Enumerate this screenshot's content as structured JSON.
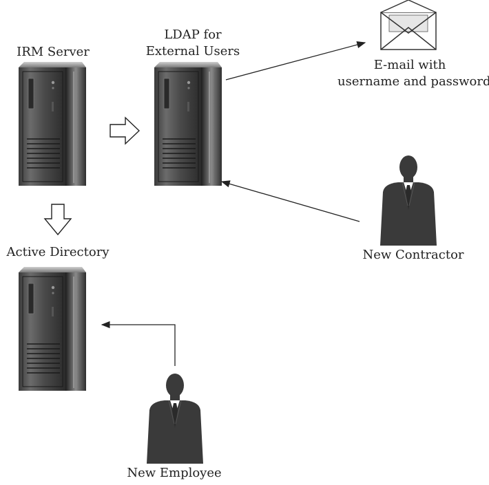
{
  "nodes": {
    "irm_server": {
      "label": "IRM Server"
    },
    "ldap": {
      "label_line1": "LDAP for",
      "label_line2": "External Users"
    },
    "email": {
      "label_line1": "E-mail with",
      "label_line2": "username and password"
    },
    "active_directory": {
      "label": "Active Directory"
    },
    "new_contractor": {
      "label": "New Contractor"
    },
    "new_employee": {
      "label": "New Employee"
    }
  },
  "colors": {
    "server_dark": "#2a2a2a",
    "server_mid": "#5a5a5a",
    "server_light": "#9a9a9a",
    "person": "#3a3a3a",
    "line": "#222222"
  }
}
